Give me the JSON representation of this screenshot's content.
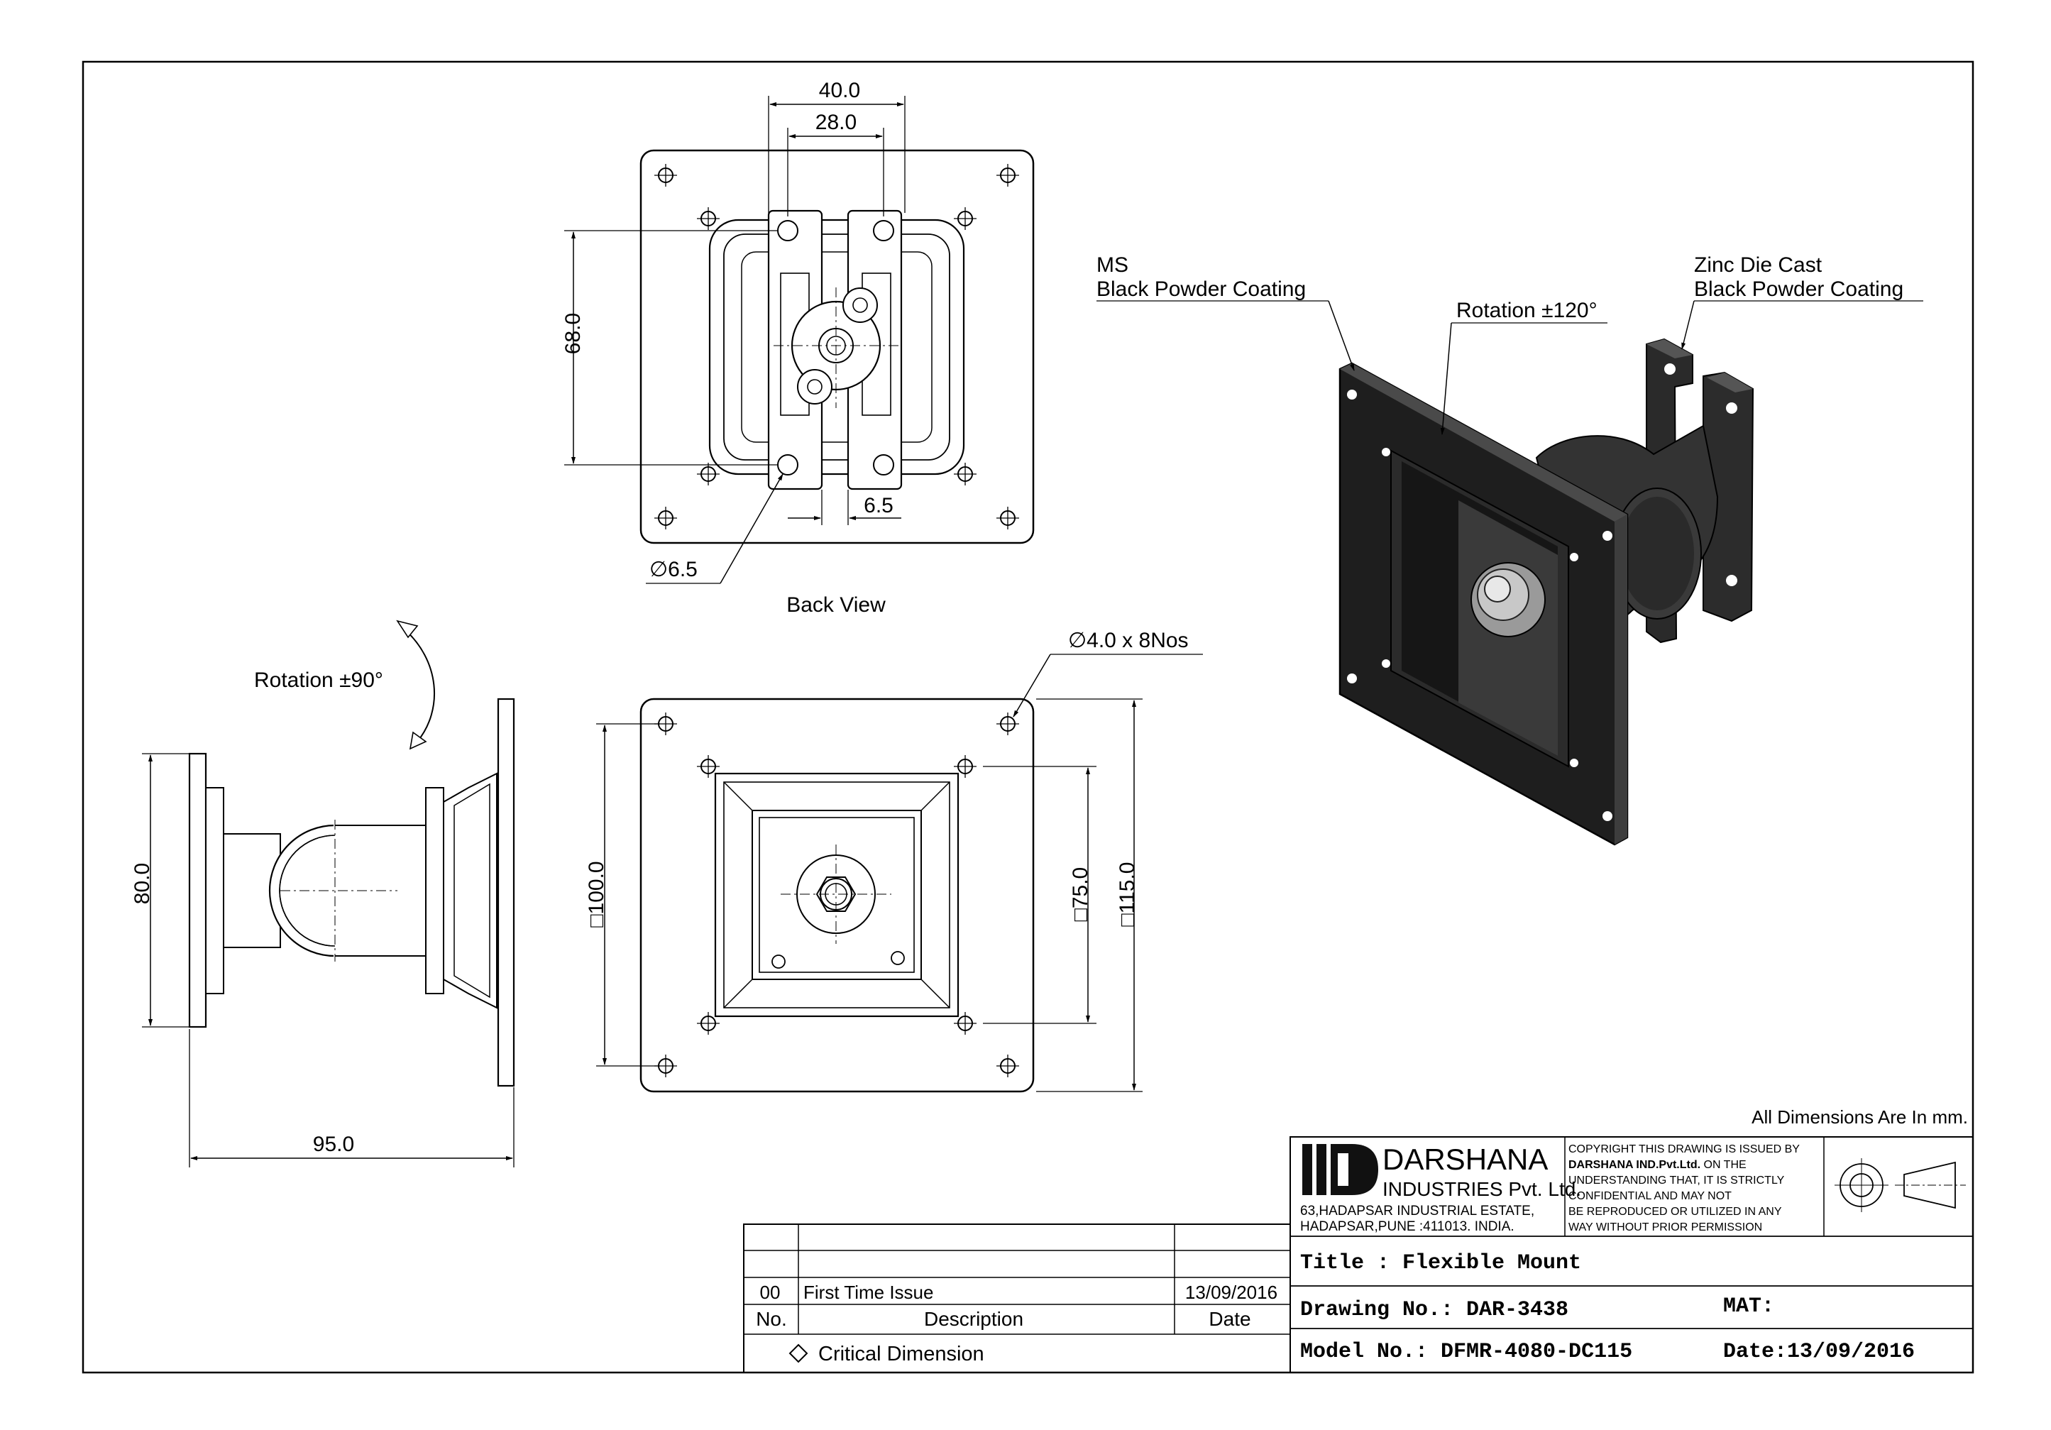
{
  "drawing": {
    "back_view": {
      "caption": "Back View",
      "dim_top_outer": "40.0",
      "dim_top_inner": "28.0",
      "dim_height": "68.0",
      "dim_slot": "6.5",
      "dim_hole": "∅6.5"
    },
    "side_view": {
      "rotation": "Rotation ±90°",
      "dim_height": "80.0",
      "dim_length": "95.0"
    },
    "front_view": {
      "hole_callout": "∅4.0 x 8Nos",
      "dim_outer": "□100.0",
      "dim_inner": "□75.0",
      "dim_overall": "□115.0"
    },
    "iso_view": {
      "ms_label_1": "MS",
      "ms_label_2": "Black Powder Coating",
      "rotation": "Rotation ±120°",
      "zinc_label_1": "Zinc Die Cast",
      "zinc_label_2": "Black Powder Coating"
    },
    "units_note": "All Dimensions Are In mm."
  },
  "title_block": {
    "company": "DARSHANA",
    "company_sub": "INDUSTRIES Pvt. Ltd.",
    "address_1": "63,HADAPSAR INDUSTRIAL ESTATE,",
    "address_2": "HADAPSAR,PUNE :411013. INDIA.",
    "copyright_1": "COPYRIGHT THIS DRAWING IS ISSUED BY",
    "copyright_2a": "DARSHANA IND.Pvt.Ltd.",
    "copyright_2b": " ON THE",
    "copyright_3": "UNDERSTANDING THAT, IT IS STRICTLY",
    "copyright_4": "CONFIDENTIAL AND MAY NOT",
    "copyright_5": "BE REPRODUCED OR UTILIZED IN ANY",
    "copyright_6": "WAY WITHOUT PRIOR PERMISSION",
    "title": "Title : Flexible Mount",
    "drawing_no": "Drawing No.: DAR-3438",
    "mat": "MAT:",
    "model_no": "Model No.: DFMR-4080-DC115",
    "date": "Date:13/09/2016"
  },
  "revision_table": {
    "rows": [
      {
        "no": "00",
        "description": "First Time Issue",
        "date": "13/09/2016"
      }
    ],
    "header": {
      "no": "No.",
      "description": "Description",
      "date": "Date"
    },
    "legend": "Critical Dimension"
  }
}
